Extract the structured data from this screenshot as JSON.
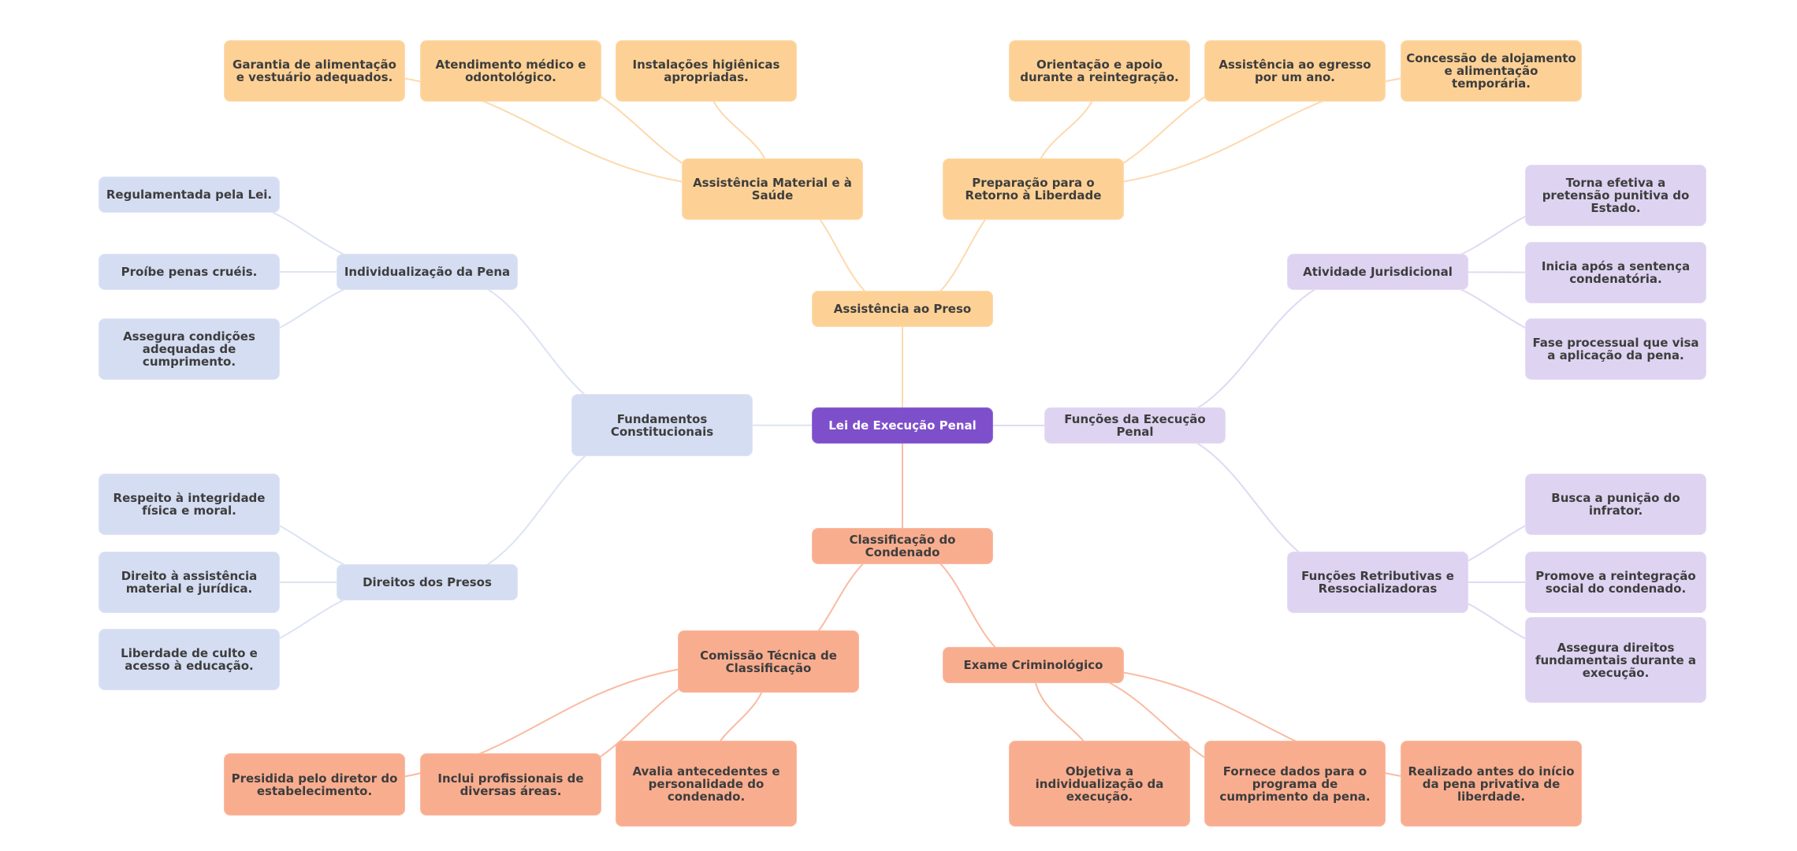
{
  "diagram": {
    "title": "Lei de Execução Penal",
    "colors": {
      "root": "#7E4FCA",
      "assistencia": "#FDD195",
      "fundamentos": "#D5DDF2",
      "funcoes": "#DED3F1",
      "classificacao": "#F9AD8F",
      "text": "#3D3D3D"
    },
    "root": {
      "label": "Lei de Execução Penal"
    },
    "branches": {
      "assistencia": {
        "label": "Assistência ao Preso",
        "material": {
          "label": "Assistência Material e à Saúde",
          "items": [
            "Garantia de alimentação e vestuário adequados.",
            "Atendimento médico e odontológico.",
            "Instalações higiênicas apropriadas."
          ]
        },
        "retorno": {
          "label": "Preparação para o Retorno à Liberdade",
          "items": [
            "Orientação e apoio durante a reintegração.",
            "Assistência ao egresso por um ano.",
            "Concessão de alojamento e alimentação temporária."
          ]
        }
      },
      "fundamentos": {
        "label": "Fundamentos Constitucionais",
        "individualizacao": {
          "label": "Individualização da Pena",
          "items": [
            "Regulamentada pela Lei.",
            "Proíbe penas cruéis.",
            "Assegura condições adequadas de cumprimento."
          ]
        },
        "direitos": {
          "label": "Direitos dos Presos",
          "items": [
            "Respeito à integridade física e moral.",
            "Direito à assistência material e jurídica.",
            "Liberdade de culto e acesso à educação."
          ]
        }
      },
      "funcoes": {
        "label": "Funções da Execução Penal",
        "jurisdicional": {
          "label": "Atividade Jurisdicional",
          "items": [
            "Torna efetiva a pretensão punitiva do Estado.",
            "Inicia após a sentença condenatória.",
            "Fase processual que visa a aplicação da pena."
          ]
        },
        "retributivas": {
          "label": "Funções Retributivas e Ressocializadoras",
          "items": [
            "Busca a punição do infrator.",
            "Promove a reintegração social do condenado.",
            "Assegura direitos fundamentais durante a execução."
          ]
        }
      },
      "classificacao": {
        "label": "Classificação do Condenado",
        "comissao": {
          "label": "Comissão Técnica de Classificação",
          "items": [
            "Presidida pelo diretor do estabelecimento.",
            "Inclui profissionais de diversas áreas.",
            "Avalia antecedentes e personalidade do condenado."
          ]
        },
        "exame": {
          "label": "Exame Criminológico",
          "items": [
            "Objetiva a individualização da execução.",
            "Fornece dados para o programa de cumprimento da pena.",
            "Realizado antes do início da pena privativa de liberdade."
          ]
        }
      }
    }
  }
}
